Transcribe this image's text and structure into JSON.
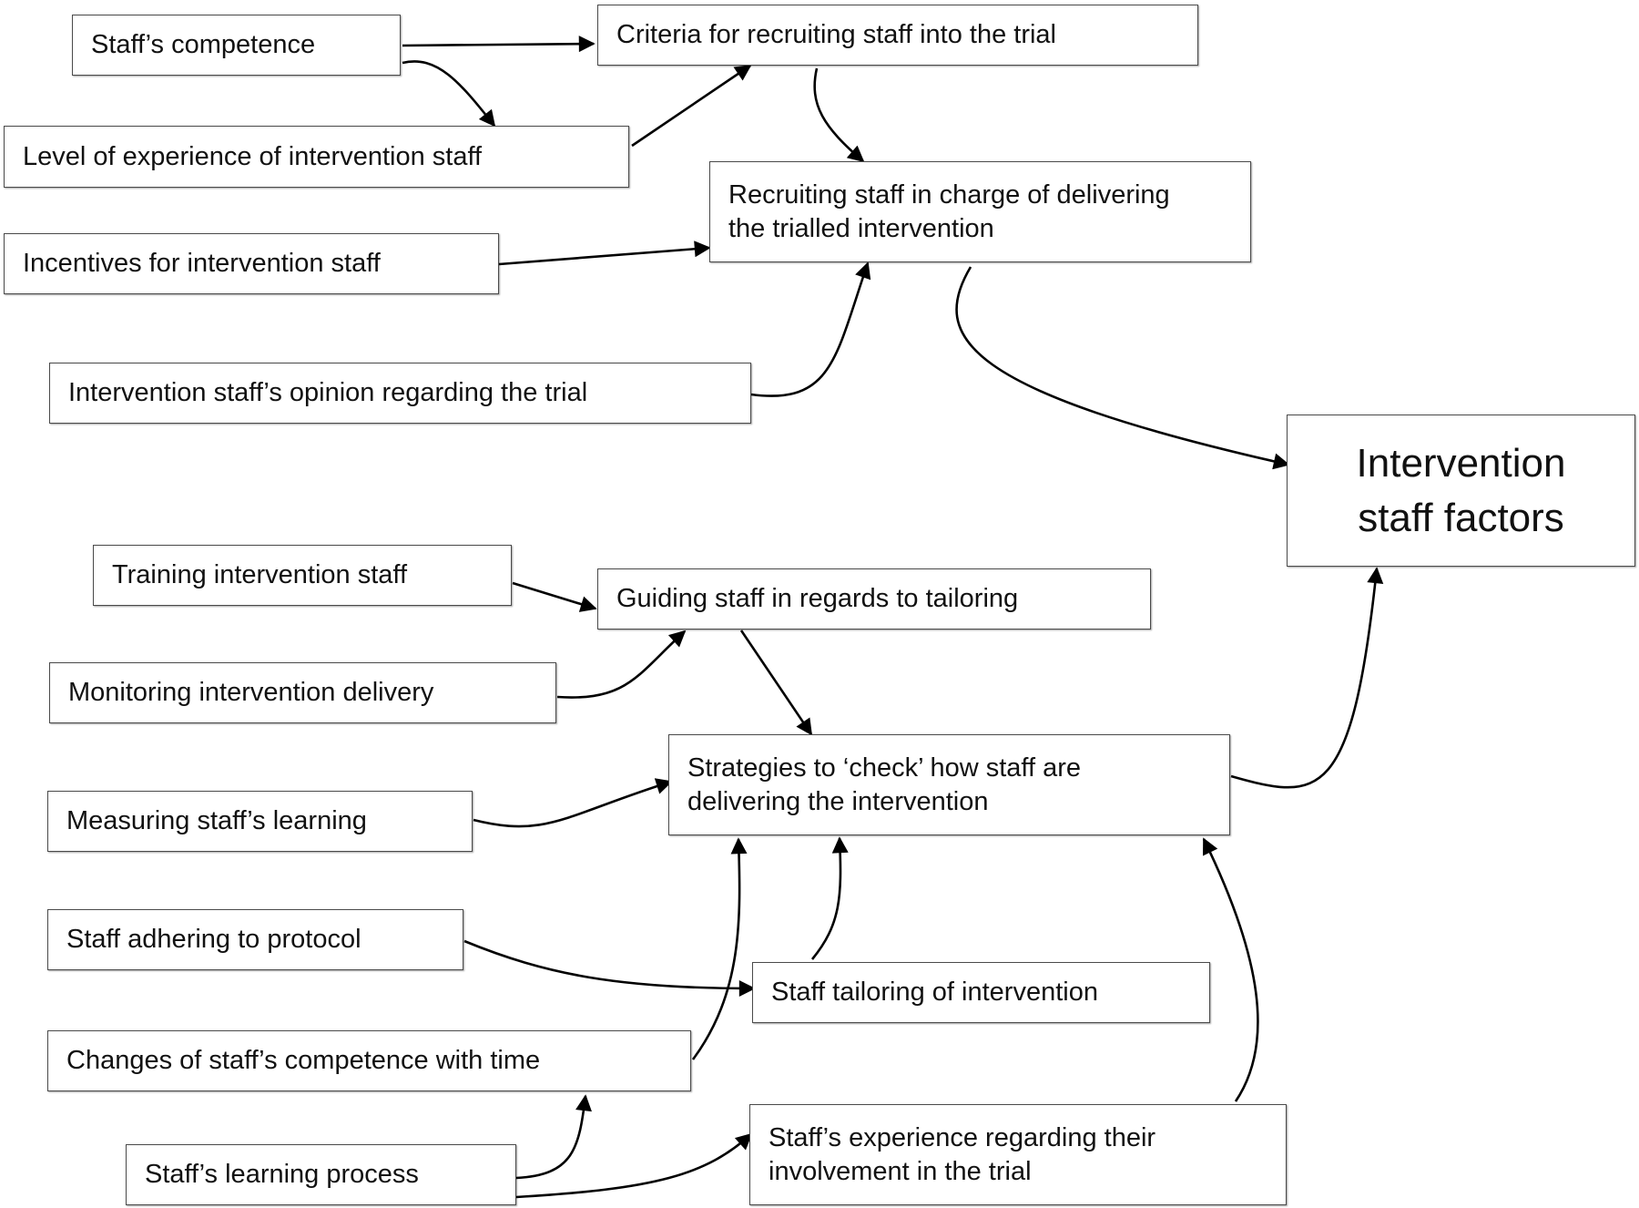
{
  "diagram": {
    "nodes": {
      "staff_competence": "Staff’s competence",
      "criteria_recruiting": "Criteria for recruiting staff into the trial",
      "level_experience": "Level of experience of intervention staff",
      "recruiting_staff": "Recruiting staff in charge of delivering\nthe trialled intervention",
      "incentives": "Incentives for intervention staff",
      "staff_opinion": "Intervention staff’s opinion regarding the trial",
      "intervention_staff_factors": "Intervention\nstaff factors",
      "training": "Training intervention staff",
      "guiding_staff": "Guiding staff in regards to tailoring",
      "monitoring": "Monitoring intervention delivery",
      "strategies_check": "Strategies to ‘check’ how staff are\ndelivering the intervention",
      "measuring_learning": "Measuring staff’s learning",
      "adhering_protocol": "Staff adhering to protocol",
      "staff_tailoring": "Staff tailoring of intervention",
      "changes_competence": "Changes of staff’s competence with time",
      "learning_process": "Staff’s learning process",
      "staff_experience_involvement": "Staff’s experience regarding their\ninvolvement in the trial"
    },
    "edges": [
      {
        "from": "staff_competence",
        "to": "criteria_recruiting"
      },
      {
        "from": "staff_competence",
        "to": "level_experience"
      },
      {
        "from": "level_experience",
        "to": "criteria_recruiting"
      },
      {
        "from": "criteria_recruiting",
        "to": "recruiting_staff"
      },
      {
        "from": "incentives",
        "to": "recruiting_staff"
      },
      {
        "from": "staff_opinion",
        "to": "recruiting_staff"
      },
      {
        "from": "recruiting_staff",
        "to": "intervention_staff_factors"
      },
      {
        "from": "training",
        "to": "guiding_staff"
      },
      {
        "from": "monitoring",
        "to": "guiding_staff"
      },
      {
        "from": "guiding_staff",
        "to": "strategies_check"
      },
      {
        "from": "measuring_learning",
        "to": "strategies_check"
      },
      {
        "from": "adhering_protocol",
        "to": "staff_tailoring"
      },
      {
        "from": "staff_tailoring",
        "to": "strategies_check"
      },
      {
        "from": "changes_competence",
        "to": "strategies_check"
      },
      {
        "from": "learning_process",
        "to": "changes_competence"
      },
      {
        "from": "learning_process",
        "to": "staff_experience_involvement"
      },
      {
        "from": "staff_experience_involvement",
        "to": "strategies_check"
      },
      {
        "from": "strategies_check",
        "to": "intervention_staff_factors"
      }
    ]
  }
}
